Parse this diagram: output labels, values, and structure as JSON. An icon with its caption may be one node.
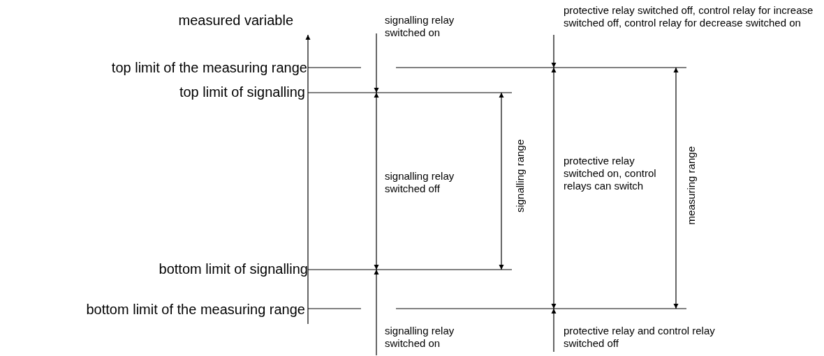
{
  "diagram": {
    "labels": [
      "measured variable",
      "signalling relay switched on",
      "protective relay switched off, control relay for increase switched off, control relay for decrease switched on",
      "top limit of the measuring range",
      "top limit of signalling",
      "signalling relay switched off",
      "signalling range",
      "protective relay switched on, control relays can switch",
      "measuring range",
      "bottom limit of signalling",
      "bottom limit of the measuring range",
      "signalling relay switched on",
      "protective relay and control relay switched off"
    ]
  }
}
